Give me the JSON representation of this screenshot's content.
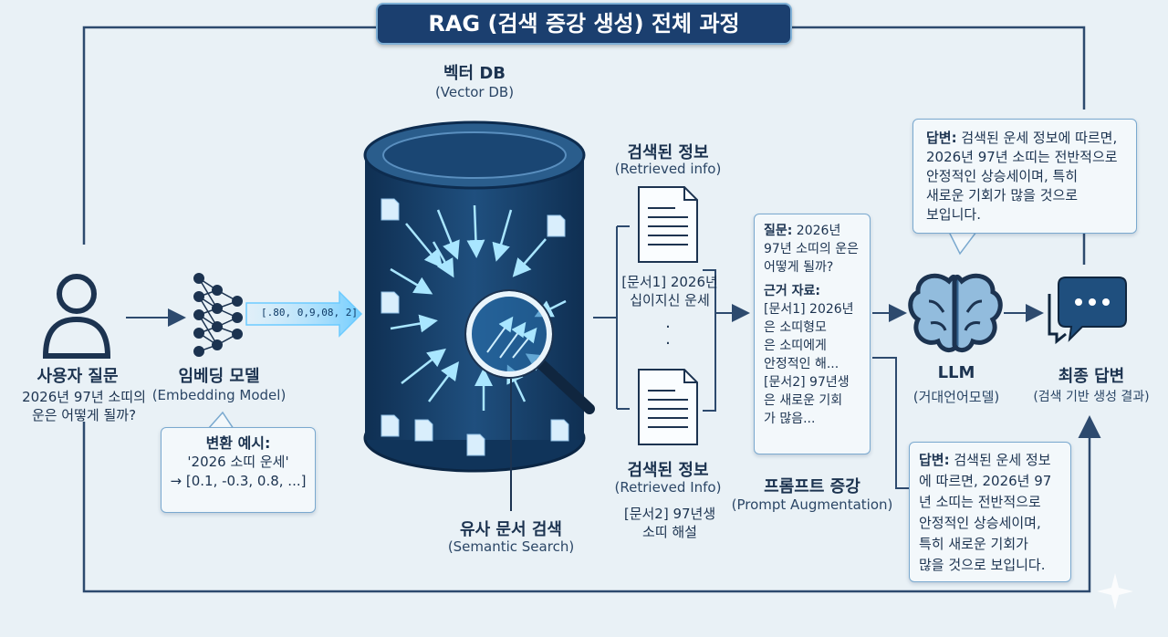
{
  "title": "RAG (검색 증강 생성) 전체 과정",
  "user": {
    "label": "사용자 질문",
    "lines": [
      "2026년 97년 소띠의",
      "운은 어떻게 될까?"
    ]
  },
  "embedding": {
    "label": "임베딩 모델",
    "sub": "(Embedding Model)",
    "vector_text": "[.80, 0,9,08, 2]"
  },
  "conversion": {
    "title": "변환 예시:",
    "line1": "'2026 소띠 운세'",
    "line2": "→ [0.1, -0.3, 0.8, ...]"
  },
  "vectordb": {
    "label": "벡터 DB",
    "sub": "(Vector DB)"
  },
  "search": {
    "label": "유사 문서 검색",
    "sub": "(Semantic Search)"
  },
  "retrieved_top": {
    "label": "검색된 정보",
    "sub": "(Retrieved info)",
    "doc": [
      "[문서1] 2026년",
      "십이지신 운세"
    ]
  },
  "ellipsis": "·\n·",
  "retrieved_bottom": {
    "label": "검색된 정보",
    "sub": "(Retrieved Info)",
    "doc": [
      "[문서2] 97년생",
      "소띠 해설"
    ]
  },
  "prompt": {
    "q_title": "질문:",
    "q_lines": [
      " 2026년",
      "97년 소띠의 운은",
      "어떻게 될까?"
    ],
    "ev_title": "근거 자료:",
    "ev_lines": [
      "[문서1] 2026년",
      "은 소띠형모",
      "은 소띠에게",
      "안정적인 해...",
      "[문서2] 97년생",
      "은 새로운 기회",
      "가 많음..."
    ],
    "label": "프롬프트 증강",
    "sub": "(Prompt Augmentation)"
  },
  "llm": {
    "label": "LLM",
    "sub": "(거대언어모델)"
  },
  "final": {
    "label": "최종 답변",
    "sub": "(검색 기반 생성 결과)"
  },
  "answer_top": {
    "title": "답변:",
    "lines": [
      " 검색된 운세 정보에 따르면,",
      "2026년 97년 소띠는 전반적으로",
      "안정적인 상승세이며, 특히",
      "새로운 기회가 많을 것으로",
      "보입니다."
    ]
  },
  "answer_bottom": {
    "title": "답변:",
    "lines": [
      " 검색된 운세 정보",
      "에 따르면, 2026년 97",
      "년 소띠는 전반적으로",
      "안정적인 상승세이며,",
      "특히 새로운 기회가",
      "많을 것으로 보입니다."
    ]
  },
  "colors": {
    "navy": "#1b3f6f",
    "line": "#2d4a6e",
    "cyl_top": "#2a5d8c",
    "cyl_body": "#163d66",
    "arrow_glow": "#8fd8ff",
    "panel": "#f3f8fb"
  }
}
